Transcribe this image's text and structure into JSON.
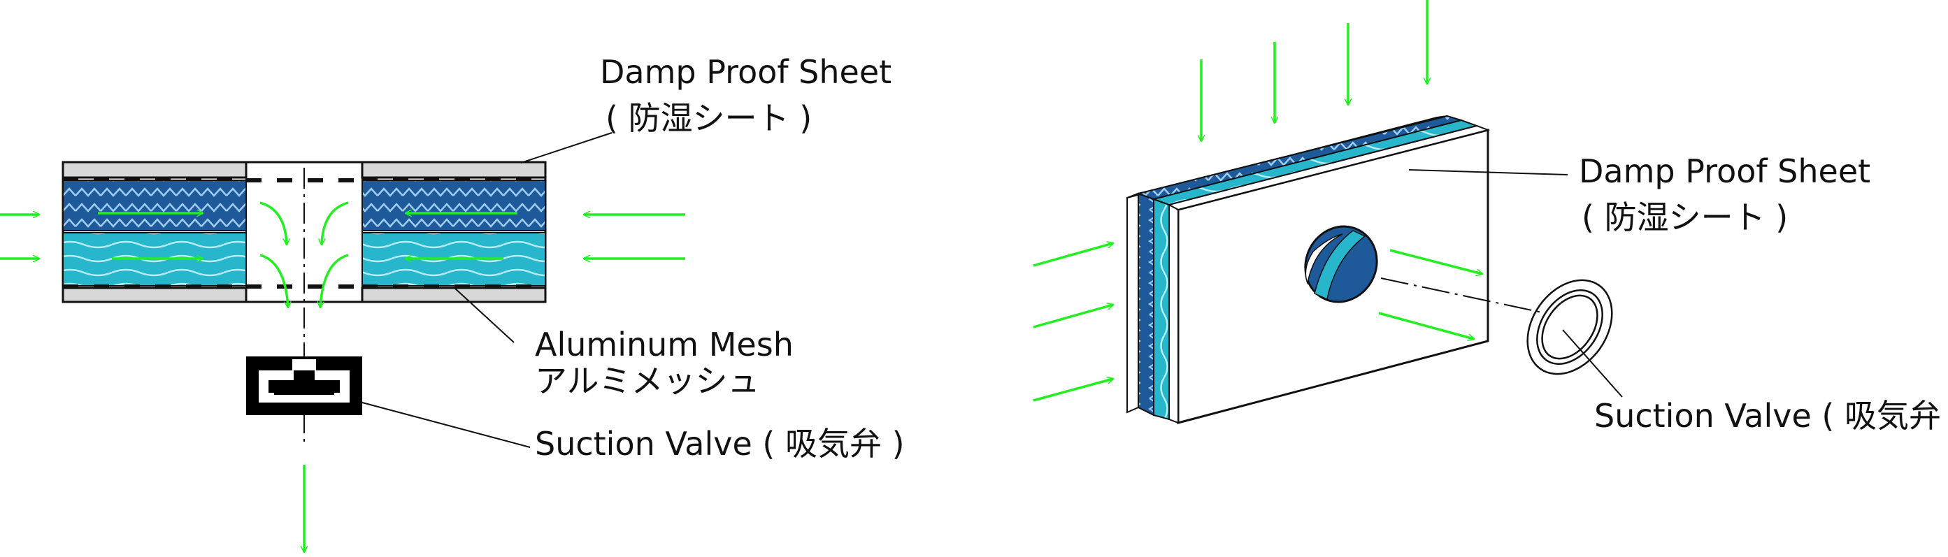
{
  "colors": {
    "dark_blue": "#1e5a99",
    "light_teal": "#27b6cc",
    "light_lines": "#b7ecf3",
    "arrow_green": "#22ee22",
    "sheet_gray": "#d8d8d8",
    "outline": "#111111"
  },
  "labels": {
    "section_damp_en": "Damp Proof Sheet",
    "section_damp_jp": "( 防湿シート )",
    "section_mesh_en": "Aluminum Mesh",
    "section_mesh_jp": "アルミメッシュ",
    "section_valve": "Suction Valve ( 吸気弁 )",
    "iso_damp_en": "Damp Proof Sheet",
    "iso_damp_jp": "( 防湿シート )",
    "iso_valve": "Suction Valve ( 吸気弁 )"
  },
  "icons": {
    "airflow": "green-arrow-icon"
  }
}
